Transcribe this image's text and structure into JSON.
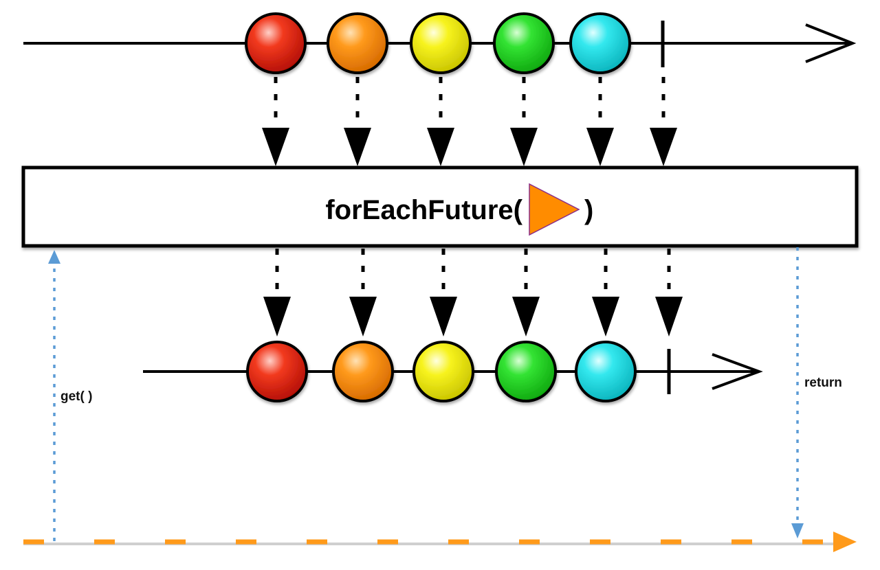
{
  "operator": {
    "name_prefix": "forEachFuture(",
    "name_suffix": ")",
    "function_icon": "orange-triangle-icon",
    "function_icon_color": "#ff8c00"
  },
  "labels": {
    "get": "get( )",
    "return": "return"
  },
  "colors": {
    "line": "#000000",
    "marble_red": "#e81b0e",
    "marble_orange": "#ff8a00",
    "marble_yellow": "#f2f000",
    "marble_green": "#22dd22",
    "marble_cyan": "#22e6ec",
    "call_arrow": "#5b9bd5",
    "future_timeline": "#ff9a1a"
  },
  "source_timeline": {
    "marbles": [
      "red",
      "orange",
      "yellow",
      "green",
      "cyan"
    ],
    "completes": true
  },
  "output_timeline": {
    "marbles": [
      "red",
      "orange",
      "yellow",
      "green",
      "cyan"
    ],
    "completes": true
  }
}
